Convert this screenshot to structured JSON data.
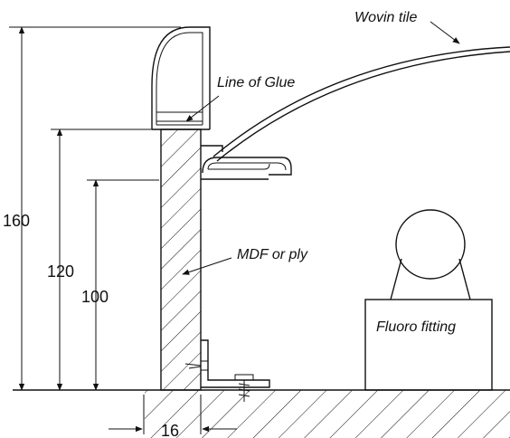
{
  "labels": {
    "wovin_tile": "Wovin tile",
    "line_of_glue": "Line of Glue",
    "mdf_or_ply": "MDF or ply",
    "fluoro_fitting": "Fluoro fitting"
  },
  "dimensions": {
    "total_height": "160",
    "board_height": "120",
    "inner_height": "100",
    "board_width": "16"
  },
  "colors": {
    "ink": "#111111",
    "background": "#ffffff"
  }
}
